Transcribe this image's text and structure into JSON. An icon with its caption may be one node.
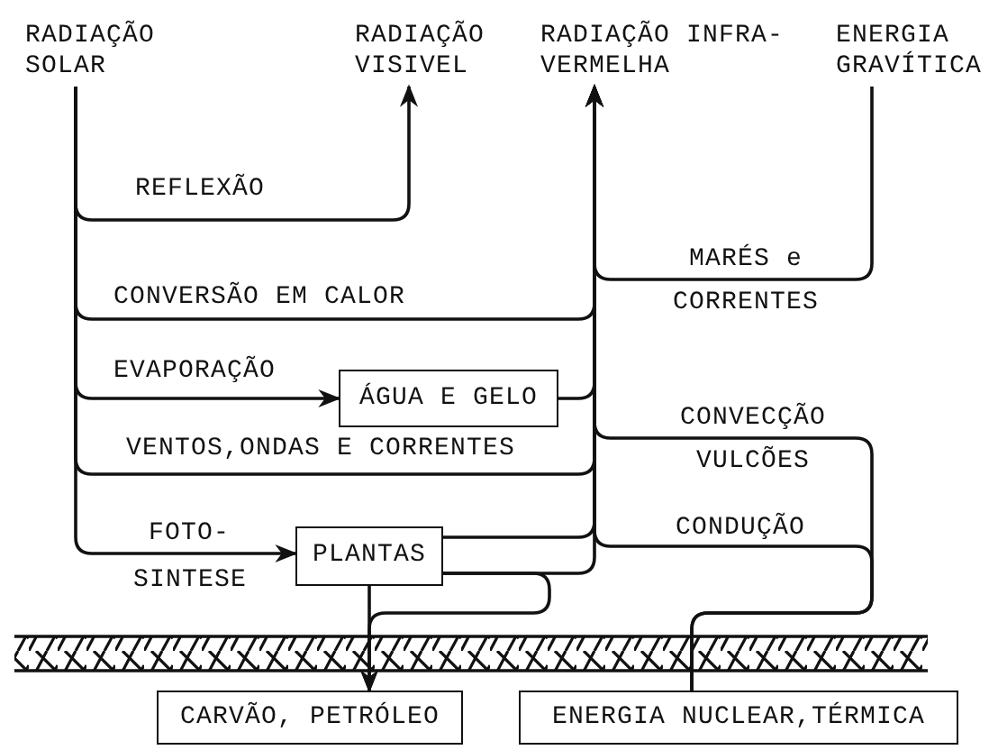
{
  "diagram": {
    "nodes": [
      {
        "text": [
          "RADIAÇÃO SOLAR"
        ]
      },
      {
        "text": [
          "RADIAÇÃO VISIVEL"
        ]
      },
      {
        "text": [
          "RADIAÇÃO INFRA-VERMELHA"
        ]
      },
      {
        "text": [
          "ENERGIA GRAVÍTICA"
        ]
      },
      {
        "text": [
          "ÁGUA E GELO"
        ]
      },
      {
        "text": [
          "PLANTAS"
        ]
      },
      {
        "text": [
          "CARVÃO, PETRÓLEO"
        ]
      },
      {
        "text": [
          "ENERGIA NUCLEAR,TÉRMICA"
        ]
      }
    ],
    "edges": [
      {
        "from": 0,
        "to": 1,
        "arrow": "to",
        "label": "REFLEXÃO"
      },
      {
        "from": 0,
        "to": 2,
        "arrow": "to",
        "label": "CONVERSÃO EM CALOR"
      },
      {
        "from": 0,
        "to": 4,
        "arrow": "to",
        "label": "EVAPORAÇÃO"
      },
      {
        "from": 4,
        "to": 2,
        "arrow": "to"
      },
      {
        "from": 0,
        "to": 2,
        "arrow": "to",
        "label": "VENTOS,ONDAS E CORRENTES"
      },
      {
        "from": 0,
        "to": 5,
        "arrow": "to",
        "label": "FOTO- SINTESE"
      },
      {
        "from": 3,
        "to": 2,
        "arrow": "to",
        "label": "MARÉS e CORRENTES"
      },
      {
        "from": 5,
        "to": 2,
        "arrow": "to"
      },
      {
        "from": 5,
        "to": 2,
        "arrow": "to"
      },
      {
        "from": 5,
        "to": 6,
        "arrow": "to"
      },
      {
        "from": 5,
        "to": 6,
        "arrow": "to"
      },
      {
        "from": 7,
        "to": 2,
        "arrow": "to",
        "label": "CONVECÇÃO VULCÕES"
      },
      {
        "from": 7,
        "to": 2,
        "arrow": "to",
        "label": "CONDUÇÃO"
      }
    ]
  }
}
